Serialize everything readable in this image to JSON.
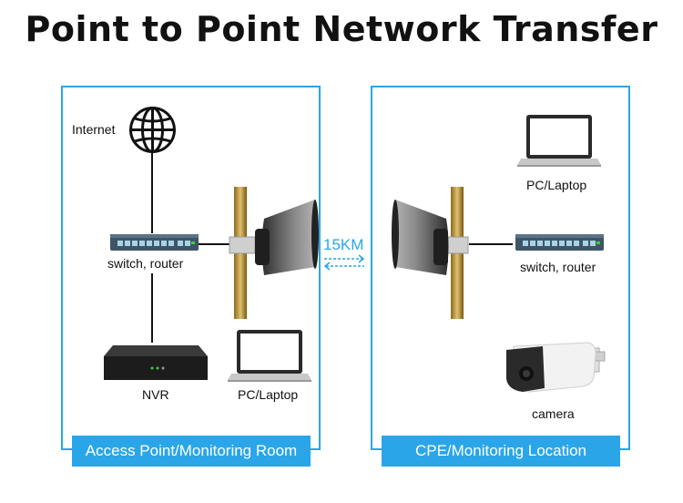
{
  "title": "Point to Point Network Transfer",
  "left_panel": {
    "label": "Access Point/Monitoring Room",
    "internet_label": "Internet",
    "switch_label": "switch, router",
    "nvr_label": "NVR",
    "pc_label": "PC/Laptop"
  },
  "right_panel": {
    "label": "CPE/Monitoring Location",
    "pc_label": "PC/Laptop",
    "switch_label": "switch, router",
    "camera_label": "camera"
  },
  "link": {
    "distance": "15KM"
  },
  "icons": [
    "globe-icon",
    "switch-icon",
    "nvr-icon",
    "laptop-icon",
    "antenna-dish-icon",
    "camera-icon"
  ],
  "colors": {
    "accent": "#2aa6e8",
    "pole": "#b8860b",
    "switch_body": "#3f5566",
    "device_dark": "#222222"
  }
}
